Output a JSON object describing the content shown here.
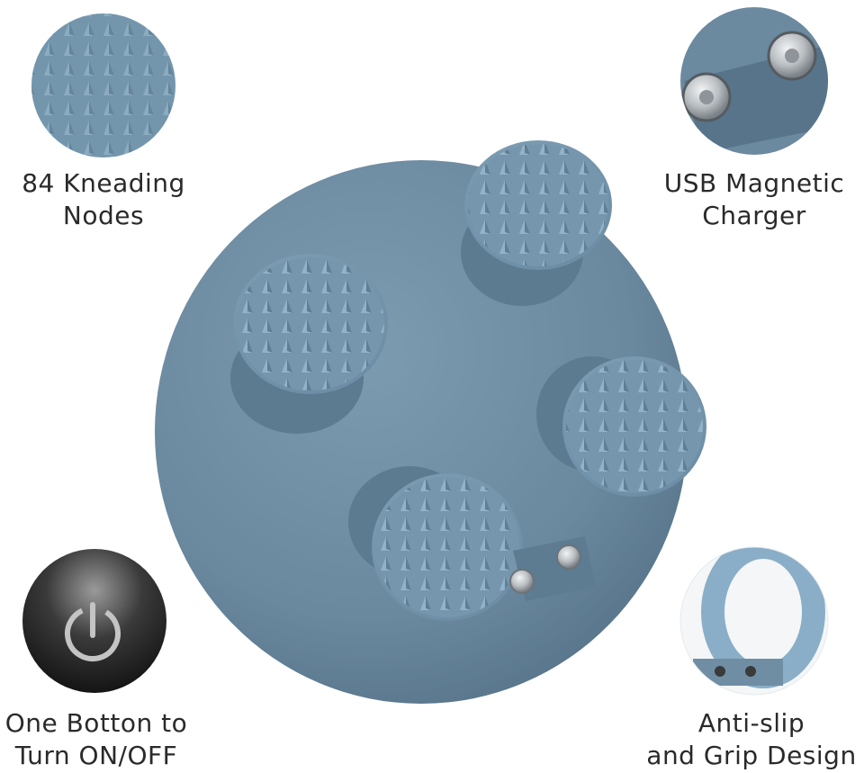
{
  "features": {
    "top_left": {
      "line1": "84 Kneading",
      "line2": "Nodes",
      "icon": "kneading-nodes-closeup"
    },
    "top_right": {
      "line1": "USB Magnetic",
      "line2": "Charger",
      "icon": "magnetic-charger-closeup"
    },
    "bottom_left": {
      "line1": "One Botton to",
      "line2": "Turn ON/OFF",
      "icon": "power-button-icon"
    },
    "bottom_right": {
      "line1": "Anti-slip",
      "line2": "and Grip Design",
      "icon": "grip-ring-closeup"
    }
  },
  "colors": {
    "body": "#6f8ea4",
    "body_dark": "#56738a",
    "node": "#7a9bb2",
    "metal": "#c9cdd0",
    "text": "#2a2a2a"
  }
}
